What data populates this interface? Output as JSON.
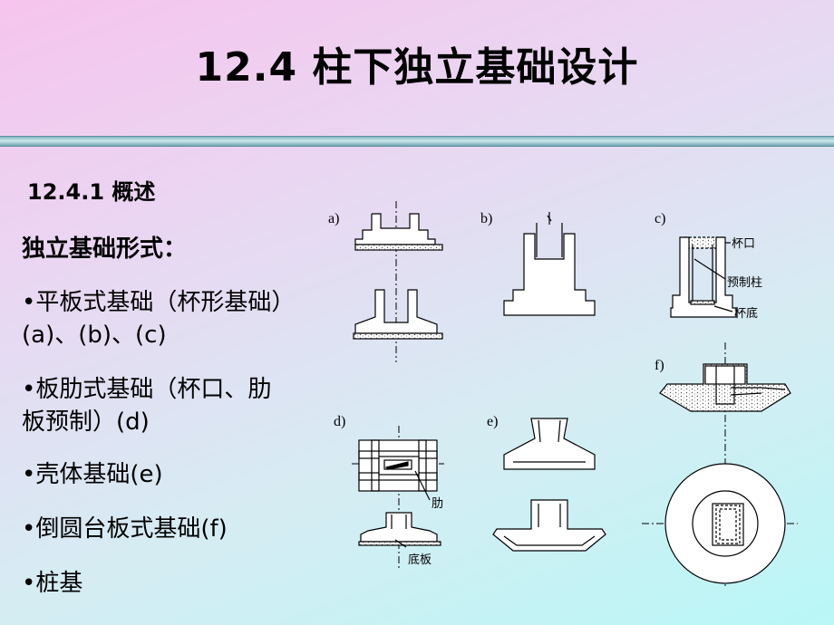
{
  "title": "12.4  柱下独立基础设计",
  "subhead": "12.4.1  概述",
  "label": "独立基础形式：",
  "bullets": [
    {
      "line1": "•平板式基础（杯形基础）",
      "line2": " (a)、(b)、(c)"
    },
    {
      "line1": "•板肋式基础（杯口、肋",
      "line2": "板预制）(d)"
    },
    {
      "line1": "•壳体基础(e)"
    },
    {
      "line1": "•倒圆台板式基础(f)"
    },
    {
      "line1": "•桩基"
    }
  ],
  "figures": {
    "a": "a)",
    "b": "b)",
    "c": "c)",
    "d": "d)",
    "e": "e)",
    "f": "f)",
    "c_notes": {
      "cup": "杯口",
      "precast": "预制柱",
      "bottom": "杯底"
    },
    "d_notes": {
      "rib": "肋",
      "base": "底板"
    }
  }
}
